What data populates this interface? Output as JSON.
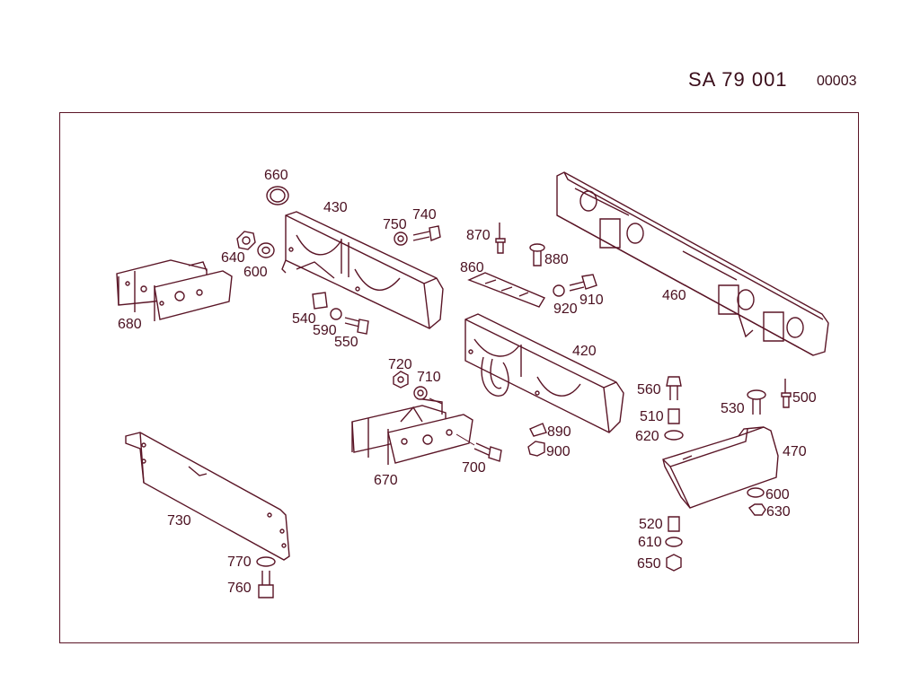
{
  "header": {
    "group_code": "SA   79 001",
    "sheet_number": "00003"
  },
  "colors": {
    "line": "#5a1526",
    "text": "#4a1020",
    "background": "#ffffff"
  },
  "part_labels": {
    "p660": "660",
    "p430": "430",
    "p750": "750",
    "p740": "740",
    "p870": "870",
    "p880": "880",
    "p640": "640",
    "p600a": "600",
    "p860": "860",
    "p910": "910",
    "p920": "920",
    "p460": "460",
    "p680": "680",
    "p540": "540",
    "p590": "590",
    "p550": "550",
    "p420": "420",
    "p720": "720",
    "p710": "710",
    "p560": "560",
    "p500": "500",
    "p530": "530",
    "p510": "510",
    "p890": "890",
    "p620": "620",
    "p900": "900",
    "p470": "470",
    "p700": "700",
    "p670": "670",
    "p730": "730",
    "p600b": "600",
    "p630": "630",
    "p520": "520",
    "p610": "610",
    "p770": "770",
    "p650": "650",
    "p760": "760"
  }
}
